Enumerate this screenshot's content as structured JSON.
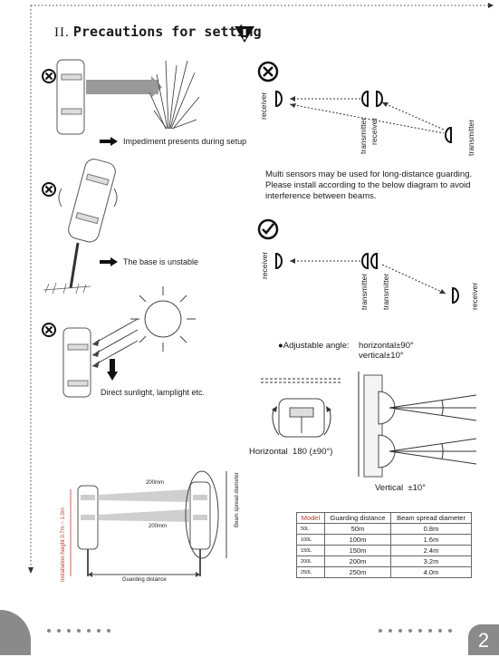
{
  "header": {
    "section_number": "II.",
    "title": "Precautions for setting"
  },
  "left_notes": {
    "impediment": "Impediment presents during setup",
    "unstable": "The base is unstable",
    "sunlight": "Direct sunlight, lamplight etc."
  },
  "diagram_labels": {
    "receiver": "receiver",
    "transmitter": "transmitter"
  },
  "multi_sensor_text": "Multi sensors may be used for long-distance guarding. Please install according to the below diagram to avoid interference between beams.",
  "adjustable": {
    "label": "●Adjustable angle:",
    "horizontal": "horizontal±90°",
    "vertical": "vertical±10°",
    "horizontal_caption": "Horizontal  180 (±90°)",
    "vertical_caption": "Vertical  ±10°"
  },
  "install_diagram": {
    "dist_top": "200mm",
    "dist_bottom": "200mm",
    "beam_spread": "Beam spread diameter",
    "install_height": "Installation height 0.7m ~ 1.0m",
    "guarding": "Guarding distance"
  },
  "spec_table": {
    "headers": [
      "Model",
      "Guarding distance",
      "Beam spread diameter"
    ],
    "rows": [
      [
        "50L",
        "50m",
        "0.8m"
      ],
      [
        "100L",
        "100m",
        "1.6m"
      ],
      [
        "150L",
        "150m",
        "2.4m"
      ],
      [
        "200L",
        "200m",
        "3.2m"
      ],
      [
        "250L",
        "250m",
        "4.0m"
      ]
    ]
  },
  "page_number": "2"
}
